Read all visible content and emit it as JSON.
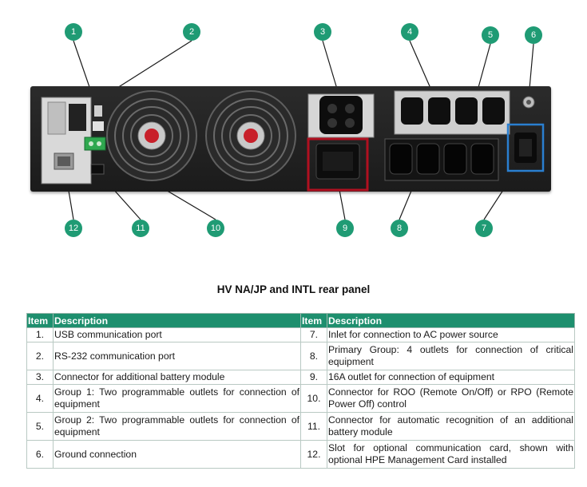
{
  "callouts": [
    "1",
    "2",
    "3",
    "4",
    "5",
    "6",
    "7",
    "8",
    "9",
    "10",
    "11",
    "12"
  ],
  "caption": "HV NA/JP and INTL rear panel",
  "table": {
    "headers": [
      "Item",
      "Description",
      "Item",
      "Description"
    ],
    "rows": [
      {
        "left_num": "1.",
        "left_desc": "USB communication port",
        "right_num": "7.",
        "right_desc": "Inlet for connection to AC power source"
      },
      {
        "left_num": "2.",
        "left_desc": "RS-232 communication port",
        "right_num": "8.",
        "right_desc": "Primary Group: 4 outlets for connection of critical equipment"
      },
      {
        "left_num": "3.",
        "left_desc": "Connector for additional battery module",
        "right_num": "9.",
        "right_desc": "16A outlet for connection of equipment"
      },
      {
        "left_num": "4.",
        "left_desc": "Group 1: Two programmable outlets for connection of equipment",
        "right_num": "10.",
        "right_desc": "Connector for ROO (Remote On/Off) or RPO (Remote Power Off) control"
      },
      {
        "left_num": "5.",
        "left_desc": "Group 2: Two programmable outlets for connection of equipment",
        "right_num": "11.",
        "right_desc": "Connector for automatic recognition of an additional battery module"
      },
      {
        "left_num": "6.",
        "left_desc": "Ground connection",
        "right_num": "12.",
        "right_desc": "Slot for optional communication card, shown with optional HPE Management Card installed"
      }
    ]
  },
  "colors": {
    "accent": "#1f9b74",
    "header_bg": "#1e8f6e",
    "highlight": "#2a7fd0",
    "red_frame": "#b01020"
  }
}
